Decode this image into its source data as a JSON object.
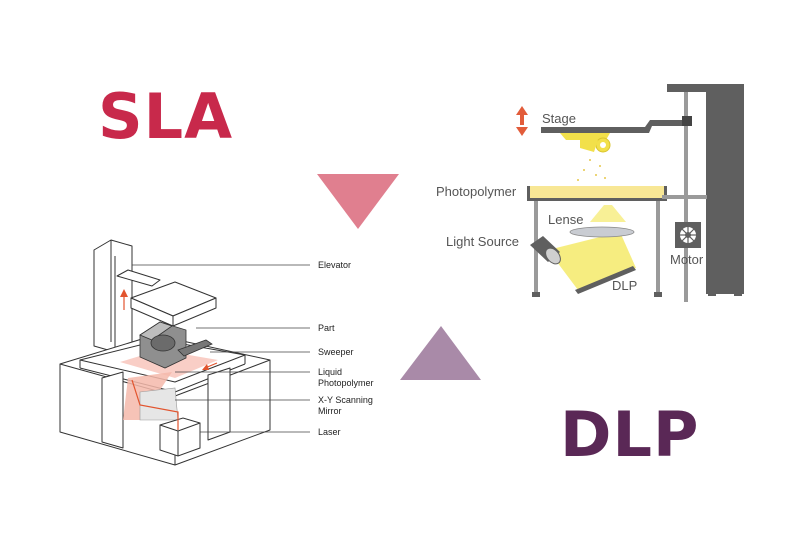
{
  "titles": {
    "sla": "SLA",
    "dlp": "DLP"
  },
  "colors": {
    "sla": "#c8294b",
    "dlp": "#5a2856",
    "arrow_down": "#e07f8f",
    "arrow_up": "#a98aa8",
    "laser": "#e2542e",
    "resin": "#f8c9c0",
    "dlp_yellow": "#f2e04a",
    "dlp_gray": "#5f5f5f",
    "dlp_vat": "#f8e795"
  },
  "sla_diagram": {
    "labels": {
      "elevator": "Elevator",
      "part": "Part",
      "sweeper": "Sweeper",
      "liquid_line1": "Liquid",
      "liquid_line2": "Photopolymer",
      "mirror_line1": "X-Y Scanning",
      "mirror_line2": "Mirror",
      "laser": "Laser"
    }
  },
  "dlp_diagram": {
    "labels": {
      "stage": "Stage",
      "photopolymer": "Photopolymer",
      "lense": "Lense",
      "light_source": "Light Source",
      "motor": "Motor",
      "dlp": "DLP"
    }
  }
}
